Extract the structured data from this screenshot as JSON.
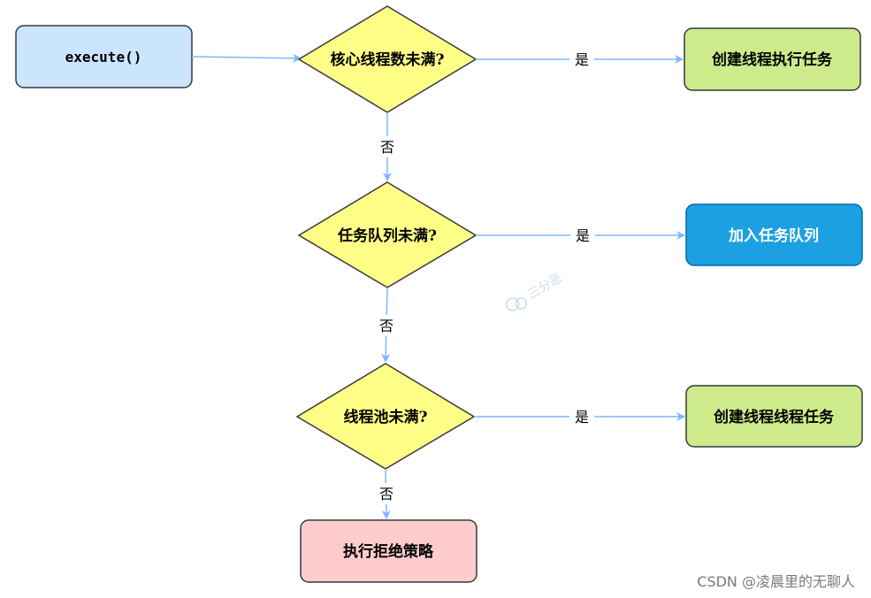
{
  "nodes": {
    "execute": "execute()",
    "check_core": "核心线程数未满?",
    "create_core": "创建线程执行任务",
    "check_queue": "任务队列未满?",
    "add_queue": "加入任务队列",
    "check_pool": "线程池未满?",
    "create_pool": "创建线程线程任务",
    "reject": "执行拒绝策略"
  },
  "edges": {
    "yes": "是",
    "no": "否"
  },
  "watermark": "三分恶",
  "footer": "CSDN @凌晨里的无聊人",
  "colors": {
    "start_fill": "#cce5ff",
    "decision_fill": "#ffff88",
    "action_fill": "#cdeb8b",
    "queue_fill": "#1ba1e2",
    "reject_fill": "#ffcccc",
    "arrow": "#7eb6ff"
  }
}
